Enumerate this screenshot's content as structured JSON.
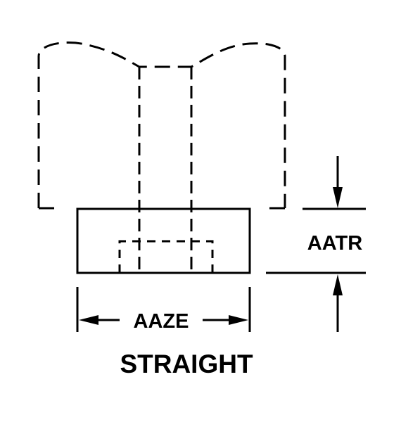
{
  "diagram": {
    "dimension_height_label": "AATR",
    "dimension_width_label": "AAZE",
    "caption": "STRAIGHT",
    "line_color": "#000000",
    "background": "#ffffff"
  }
}
